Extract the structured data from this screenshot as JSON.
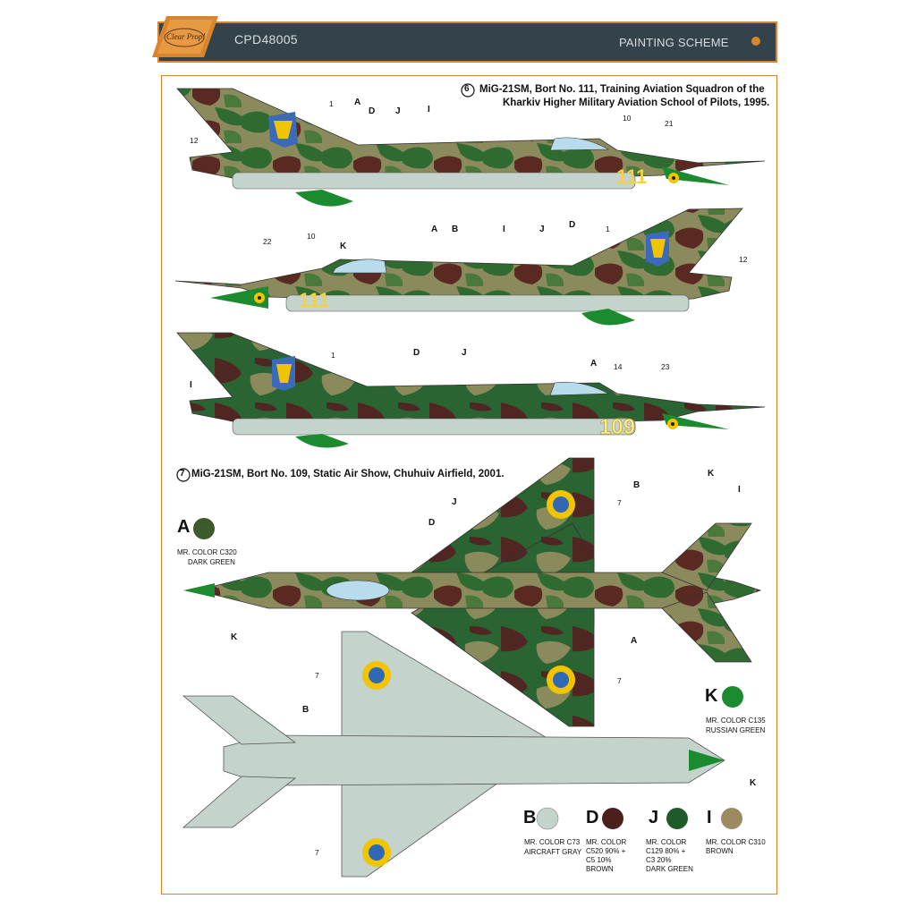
{
  "header": {
    "code": "CPD48005",
    "title": "PAINTING SCHEME",
    "logo_text": "Clear Prop!"
  },
  "captions": {
    "scheme6_num": "6",
    "scheme6_line1": "MiG-21SM, Bort No. 111, Training Aviation Squadron of the",
    "scheme6_line2": "Kharkiv Higher Military Aviation School of Pilots, 1995.",
    "scheme7_num": "7",
    "scheme7_line": "MiG-21SM, Bort No. 109, Static Air Show, Chuhuiv Airfield, 2001."
  },
  "bort": {
    "a": "111",
    "b": "111",
    "c": "109"
  },
  "callouts": {
    "n1": "1",
    "n12": "12",
    "n10": "10",
    "n21": "21",
    "n22": "22",
    "n14": "14",
    "n23": "23",
    "n7": "7",
    "A": "A",
    "B": "B",
    "D": "D",
    "I": "I",
    "J": "J",
    "K": "K"
  },
  "colors": {
    "A": {
      "letter": "A",
      "line1": "MR. COLOR C320",
      "line2": "DARK GREEN",
      "hex": "#3d5a2c"
    },
    "K": {
      "letter": "K",
      "line1": "MR. COLOR C135",
      "line2": "RUSSIAN GREEN",
      "hex": "#1c8a2e"
    },
    "B": {
      "letter": "B",
      "line1": "MR. COLOR C73",
      "line2": "AIRCRAFT GRAY",
      "hex": "#c5d3cd"
    },
    "D": {
      "letter": "D",
      "line1": "MR. COLOR",
      "line2": "C520 90% +",
      "line3": "C5 10%",
      "line4": "BROWN",
      "hex": "#4a1f1c"
    },
    "J": {
      "letter": "J",
      "line1": "MR. COLOR",
      "line2": "C129 80% +",
      "line3": "C3 20%",
      "line4": "DARK GREEN",
      "hex": "#1f5a2b"
    },
    "I": {
      "letter": "I",
      "line1": "MR. COLOR C310",
      "line2": "BROWN",
      "hex": "#9b8a62"
    }
  }
}
